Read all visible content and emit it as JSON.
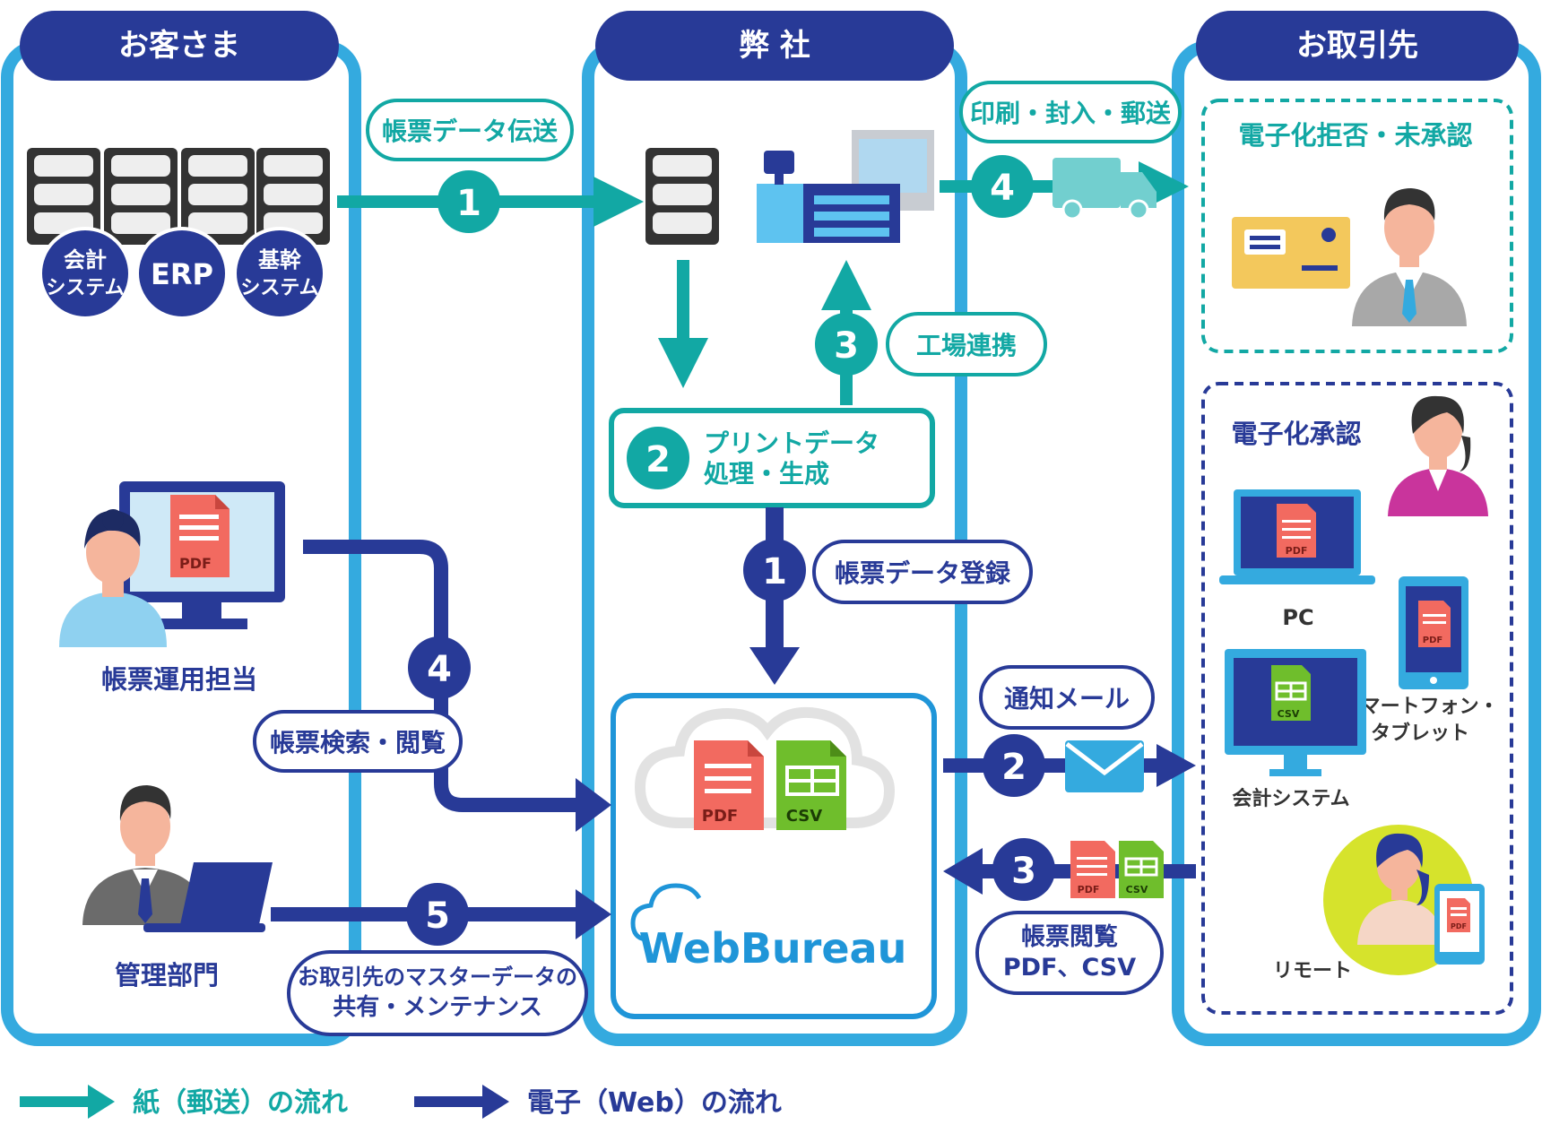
{
  "columns": {
    "customer": "お客さま",
    "company": "弊 社",
    "partner": "お取引先"
  },
  "customer_systems": {
    "accounting_line1": "会計",
    "accounting_line2": "システム",
    "erp": "ERP",
    "core_line1": "基幹",
    "core_line2": "システム"
  },
  "customer_roles": {
    "form_operator": "帳票運用担当",
    "management": "管理部門"
  },
  "paper_flow": {
    "step1_number": "1",
    "step1_label": "帳票データ伝送",
    "step2_number": "2",
    "step2_label_line1": "プリントデータ",
    "step2_label_line2": "処理・生成",
    "step3_number": "3",
    "step3_label": "工場連携",
    "step4_number": "4",
    "step4_label": "印刷・封入・郵送"
  },
  "web_flow": {
    "step1_number": "1",
    "step1_label": "帳票データ登録",
    "step2_number": "2",
    "step2_label": "通知メール",
    "step3_number": "3",
    "step3_label_line1": "帳票閲覧",
    "step3_label_line2": "PDF、CSV",
    "step4_number": "4",
    "step4_label": "帳票検索・閲覧",
    "step5_number": "5",
    "step5_label_line1": "お取引先のマスターデータの",
    "step5_label_line2": "共有・メンテナンス"
  },
  "file_labels": {
    "pdf": "PDF",
    "csv": "CSV"
  },
  "service_logo": "WebBureau",
  "partner_groups": {
    "rejected_title": "電子化拒否・未承認",
    "approved_title": "電子化承認",
    "pc": "PC",
    "smartphone_line1": "スマートフォン・",
    "smartphone_line2": "タブレット",
    "accounting_system": "会計システム",
    "remote": "リモート"
  },
  "legend": {
    "paper": "紙（郵送）の流れ",
    "web": "電子（Web）の流れ"
  },
  "colors": {
    "navy": "#283a97",
    "teal": "#12a8a4",
    "light_blue": "#34aadf",
    "pdf_red": "#f26a60",
    "csv_green": "#6fbe2c"
  }
}
